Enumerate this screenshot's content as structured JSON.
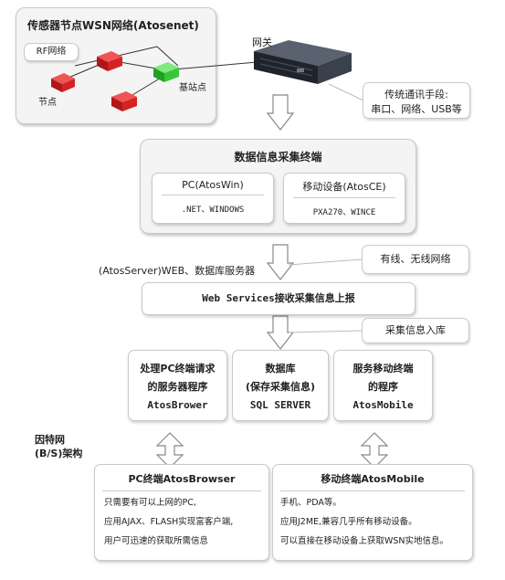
{
  "sensor_network": {
    "title": "传感器节点WSN网络(Atosenet)",
    "rf_label": "RF网络",
    "node_label": "节点",
    "base_station_label": "基站点"
  },
  "gateway": {
    "label": "网关"
  },
  "comm_callout": {
    "line1": "传统通讯手段:",
    "line2": "串口、网络、USB等"
  },
  "collection_terminal": {
    "title": "数据信息采集终端",
    "pc": {
      "title": "PC(AtosWin)",
      "desc": ".NET、WINDOWS"
    },
    "mobile": {
      "title": "移动设备(AtosCE)",
      "desc": "PXA270、WINCE"
    }
  },
  "network_callout": "有线、无线网络",
  "server": {
    "title": "(AtosServer)WEB、数据库服务器",
    "web_services": "Web Services接收采集信息上报",
    "store_callout": "采集信息入库",
    "pc_server": {
      "line1": "处理PC终端请求",
      "line2": "的服务器程序",
      "line3": "AtosBrower"
    },
    "database": {
      "line1": "数据库",
      "line2": "(保存采集信息)",
      "line3": "SQL SERVER"
    },
    "mobile_service": {
      "line1": "服务移动终端",
      "line2": "的程序",
      "line3": "AtosMobile"
    }
  },
  "architecture_label": {
    "line1": "因特网",
    "line2": "(B/S)架构"
  },
  "pc_terminal": {
    "title": "PC终端AtosBrowser",
    "lines": [
      "只需要有可以上网的PC,",
      "应用AJAX、FLASH实现富客户端,",
      "用户可迅速的获取所需信息"
    ]
  },
  "mobile_terminal": {
    "title": "移动终端AtosMobile",
    "lines": [
      "手机、PDA等。",
      "应用J2ME,兼容几乎所有移动设备。",
      "可以直接在移动设备上获取WSN实地信息。"
    ]
  },
  "colors": {
    "node_red": "#d42323",
    "base_station_green": "#3cc43c",
    "panel_bg": "#f4f4f4",
    "border": "#c9c9c9",
    "arrow_gray": "#bdbdbd"
  }
}
